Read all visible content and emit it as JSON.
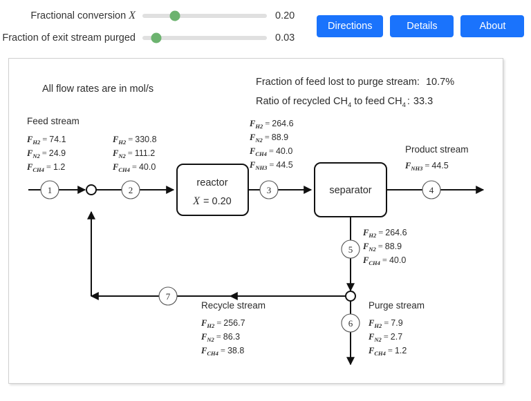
{
  "controls": {
    "sliders": [
      {
        "name": "fractional-conversion",
        "label_prefix": "Fractional conversion",
        "label_symbol": "X",
        "value": "0.20",
        "thumb_pct": 26
      },
      {
        "name": "fraction-purged",
        "label_prefix": "Fraction of exit stream purged",
        "label_symbol": "",
        "value": "0.03",
        "thumb_pct": 11
      }
    ],
    "buttons": [
      {
        "name": "directions",
        "label": "Directions"
      },
      {
        "name": "details",
        "label": "Details"
      },
      {
        "name": "about",
        "label": "About"
      }
    ],
    "accent_button_color": "#1a73fc",
    "slider_thumb_color": "#6cb36f",
    "slider_track_color": "#e0e0e0"
  },
  "diagram": {
    "units_note": "All flow rates are in mol/s",
    "summary": {
      "purge_loss_label": "Fraction of feed lost to purge stream:",
      "purge_loss_value": "10.7%",
      "recycle_ratio_label_a": "Ratio of recycled CH",
      "recycle_ratio_label_b": "to feed CH",
      "recycle_ratio_value": "33.3",
      "recycle_ratio_sub": "4"
    },
    "unit_ops": [
      {
        "name": "reactor",
        "label": "reactor",
        "param_symbol": "X",
        "param_eq": "= 0.20"
      },
      {
        "name": "separator",
        "label": "separator"
      }
    ],
    "stream_numbers": [
      "1",
      "2",
      "3",
      "4",
      "5",
      "6",
      "7"
    ],
    "labels": {
      "feed": "Feed stream",
      "product": "Product stream",
      "recycle": "Recycle stream",
      "purge": "Purge stream"
    },
    "streams": {
      "feed": [
        {
          "species": "H",
          "sub": "2",
          "value": "74.1"
        },
        {
          "species": "N",
          "sub": "2",
          "value": "24.9"
        },
        {
          "species": "CH",
          "sub": "4",
          "value": "1.2"
        }
      ],
      "reactor_in": [
        {
          "species": "H",
          "sub": "2",
          "value": "330.8"
        },
        {
          "species": "N",
          "sub": "2",
          "value": "111.2"
        },
        {
          "species": "CH",
          "sub": "4",
          "value": "40.0"
        }
      ],
      "reactor_out": [
        {
          "species": "H",
          "sub": "2",
          "value": "264.6"
        },
        {
          "species": "N",
          "sub": "2",
          "value": "88.9"
        },
        {
          "species": "CH",
          "sub": "4",
          "value": "40.0"
        },
        {
          "species": "NH",
          "sub": "3",
          "value": "44.5"
        }
      ],
      "product": [
        {
          "species": "NH",
          "sub": "3",
          "value": "44.5"
        }
      ],
      "separator_bottom": [
        {
          "species": "H",
          "sub": "2",
          "value": "264.6"
        },
        {
          "species": "N",
          "sub": "2",
          "value": "88.9"
        },
        {
          "species": "CH",
          "sub": "4",
          "value": "40.0"
        }
      ],
      "recycle": [
        {
          "species": "H",
          "sub": "2",
          "value": "256.7"
        },
        {
          "species": "N",
          "sub": "2",
          "value": "86.3"
        },
        {
          "species": "CH",
          "sub": "4",
          "value": "38.8"
        }
      ],
      "purge": [
        {
          "species": "H",
          "sub": "2",
          "value": "7.9"
        },
        {
          "species": "N",
          "sub": "2",
          "value": "2.7"
        },
        {
          "species": "CH",
          "sub": "4",
          "value": "1.2"
        }
      ]
    }
  }
}
